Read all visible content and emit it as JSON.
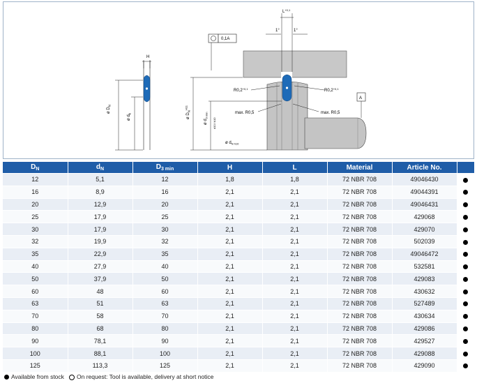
{
  "drawing": {
    "dim_H": "H",
    "dim_L": "L",
    "dim_L_tol": "+0,1",
    "angle_1": "1°",
    "angle_2": "1°",
    "tolerance_box": "0,1A",
    "datum": "A",
    "d_N_left": "ø D",
    "d_N_left_sub": "N",
    "d_k_left": "ø d",
    "d_k_left_sub": "k",
    "d_N_right": "ø D",
    "d_N_right_sub": "N",
    "d_N_right_tol": "H11",
    "d3min": "ø d",
    "d3min_sub": "3 min",
    "d3min_tol": "d10 / k10",
    "dk_right": "ø d",
    "dk_right_sub": "N h10",
    "r_left": "R0,2",
    "r_left_tol": "+0,1",
    "r_right": "R0,2",
    "r_right_tol": "+0,1",
    "max_left": "max. R0,5",
    "max_right": "max. R0,5"
  },
  "table": {
    "headers": [
      {
        "main": "D",
        "sub": "N"
      },
      {
        "main": "d",
        "sub": "N"
      },
      {
        "main": "D",
        "sub": "3 min"
      },
      {
        "main": "H",
        "sub": ""
      },
      {
        "main": "L",
        "sub": ""
      },
      {
        "main": "Material",
        "sub": ""
      },
      {
        "main": "Article No.",
        "sub": ""
      }
    ],
    "rows": [
      [
        "12",
        "5,1",
        "12",
        "1,8",
        "1,8",
        "72 NBR 708",
        "49046430"
      ],
      [
        "16",
        "8,9",
        "16",
        "2,1",
        "2,1",
        "72 NBR 708",
        "49044391"
      ],
      [
        "20",
        "12,9",
        "20",
        "2,1",
        "2,1",
        "72 NBR 708",
        "49046431"
      ],
      [
        "25",
        "17,9",
        "25",
        "2,1",
        "2,1",
        "72 NBR 708",
        "429068"
      ],
      [
        "30",
        "17,9",
        "30",
        "2,1",
        "2,1",
        "72 NBR 708",
        "429070"
      ],
      [
        "32",
        "19,9",
        "32",
        "2,1",
        "2,1",
        "72 NBR 708",
        "502039"
      ],
      [
        "35",
        "22,9",
        "35",
        "2,1",
        "2,1",
        "72 NBR 708",
        "49046472"
      ],
      [
        "40",
        "27,9",
        "40",
        "2,1",
        "2,1",
        "72 NBR 708",
        "532581"
      ],
      [
        "50",
        "37,9",
        "50",
        "2,1",
        "2,1",
        "72 NBR 708",
        "429083"
      ],
      [
        "60",
        "48",
        "60",
        "2,1",
        "2,1",
        "72 NBR 708",
        "430632"
      ],
      [
        "63",
        "51",
        "63",
        "2,1",
        "2,1",
        "72 NBR 708",
        "527489"
      ],
      [
        "70",
        "58",
        "70",
        "2,1",
        "2,1",
        "72 NBR 708",
        "430634"
      ],
      [
        "80",
        "68",
        "80",
        "2,1",
        "2,1",
        "72 NBR 708",
        "429086"
      ],
      [
        "90",
        "78,1",
        "90",
        "2,1",
        "2,1",
        "72 NBR 708",
        "429527"
      ],
      [
        "100",
        "88,1",
        "100",
        "2,1",
        "2,1",
        "72 NBR 708",
        "429088"
      ],
      [
        "125",
        "113,3",
        "125",
        "2,1",
        "2,1",
        "72 NBR 708",
        "429090"
      ]
    ]
  },
  "legend": {
    "available": "Available from stock",
    "on_request": "On request: Tool is available, delivery at short notice"
  },
  "colors": {
    "header_bg": "#1f5da8",
    "seal_blue": "#1e6bb8",
    "housing_gray": "#c8c8c8"
  }
}
